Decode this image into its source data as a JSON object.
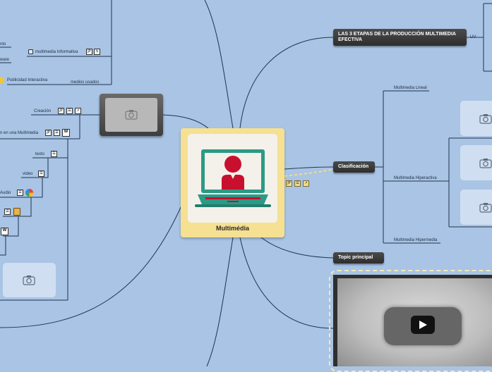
{
  "central": {
    "title": "Multimédia"
  },
  "right": {
    "etapas_title": "LAS 3 ETAPAS DE LA PRODUCCIÓN MULTIMEDIA EFECTIVA",
    "uv_label": "UV",
    "clasificacion": "Clasificación",
    "lineal": "Multimedia Lineal",
    "hiperactiva": "Multimedia Hiperactiva",
    "hipermedia": "Multimedia Hipermedia",
    "topic_principal": "Topic principal"
  },
  "left": {
    "nto": "nto",
    "ware": "ware",
    "informativa": "multimedia Informativa",
    "publicidad": "Publicidad Interactiva",
    "medios": "medios usados",
    "creacion": "Creación",
    "en_una": "n en una Multimedia",
    "texto": "texto",
    "video": "video",
    "audio": "Audio"
  },
  "badges": {
    "jp": "JP",
    "w": "W"
  },
  "colors": {
    "background": "#a9c4e4",
    "line": "#1f3550",
    "central_fill": "#f6e092",
    "dashed": "#f2dc8a",
    "dark_topic": "#3b3b3b",
    "laptop_screen": "#2c9a85",
    "person": "#c8102e"
  },
  "icons": [
    "camera-icon",
    "play-icon",
    "laptop-icon",
    "person-icon",
    "google-icon",
    "wikipedia-icon",
    "note-icon",
    "link-icon"
  ]
}
